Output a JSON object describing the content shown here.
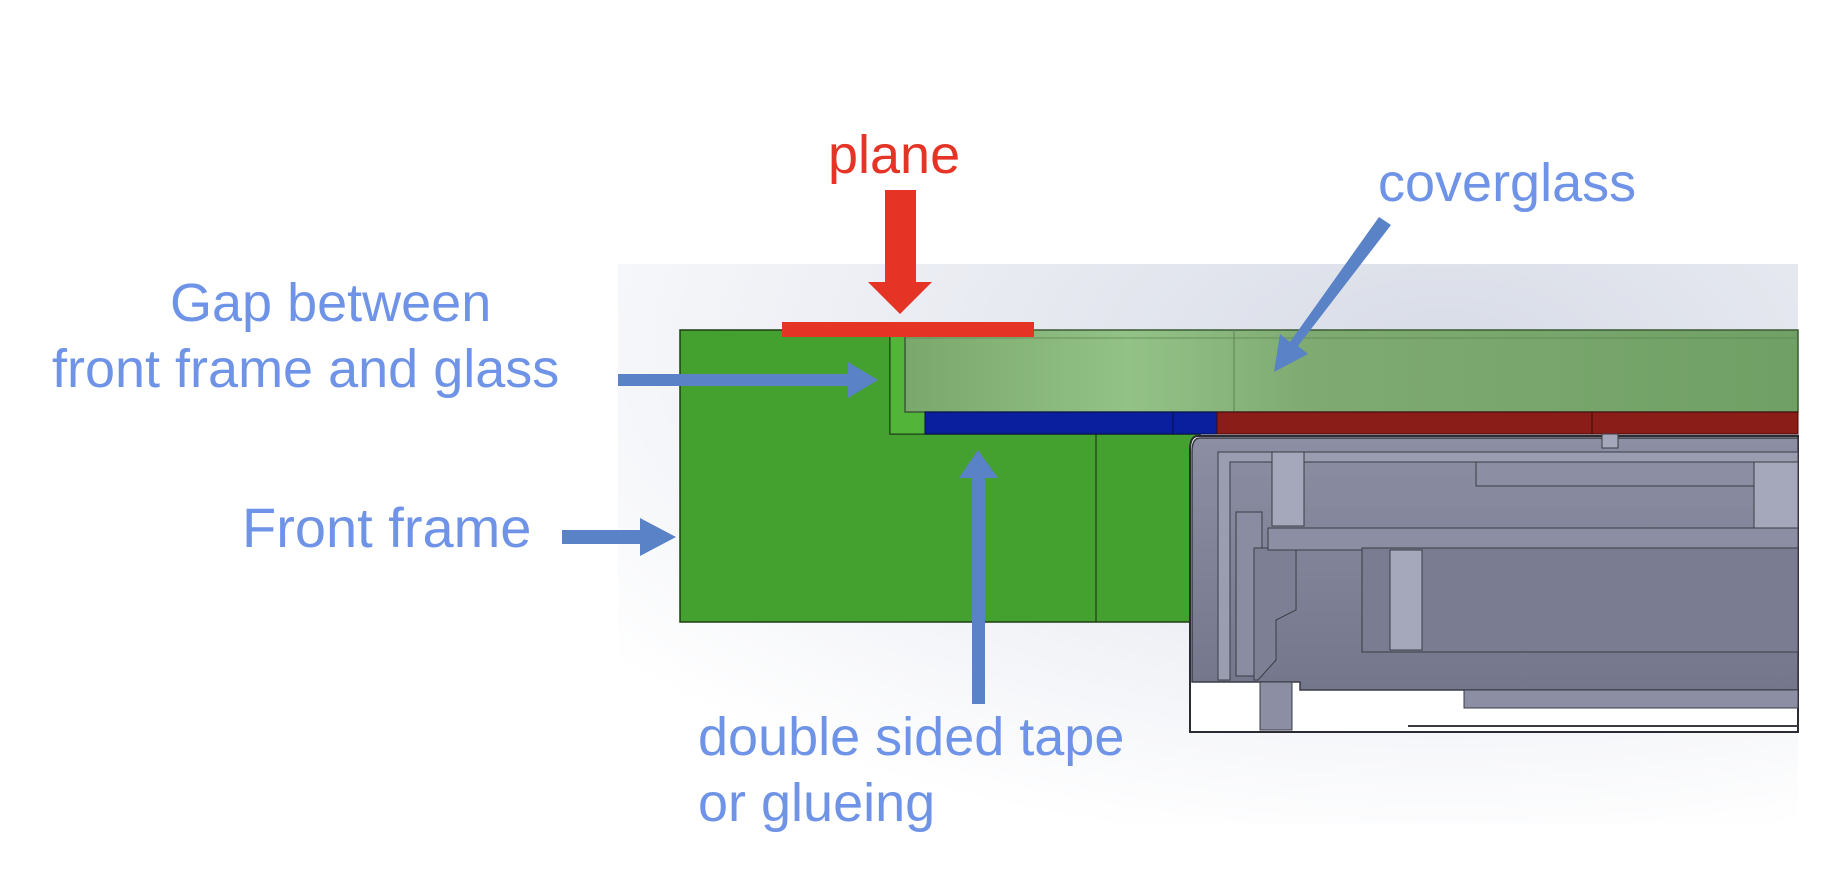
{
  "labels": {
    "plane": "plane",
    "coverglass": "coverglass",
    "gap_line1": "Gap between",
    "gap_line2": "front frame and glass",
    "front_frame": "Front frame",
    "tape_line1": "double sided tape",
    "tape_line2": "or glueing"
  },
  "colors": {
    "label_blue": "#6f93e6",
    "arrow_blue": "#5a82c7",
    "plane_red": "#e53325",
    "frame_green": "#44a02f",
    "frame_inner_green": "#52b53a",
    "glass_green": "#86b47a",
    "tape_blue": "#0a1f9e",
    "tape_red": "#8a1d17",
    "housing_gray": "#7c7f93",
    "background_gray": "#e3e6ee"
  }
}
